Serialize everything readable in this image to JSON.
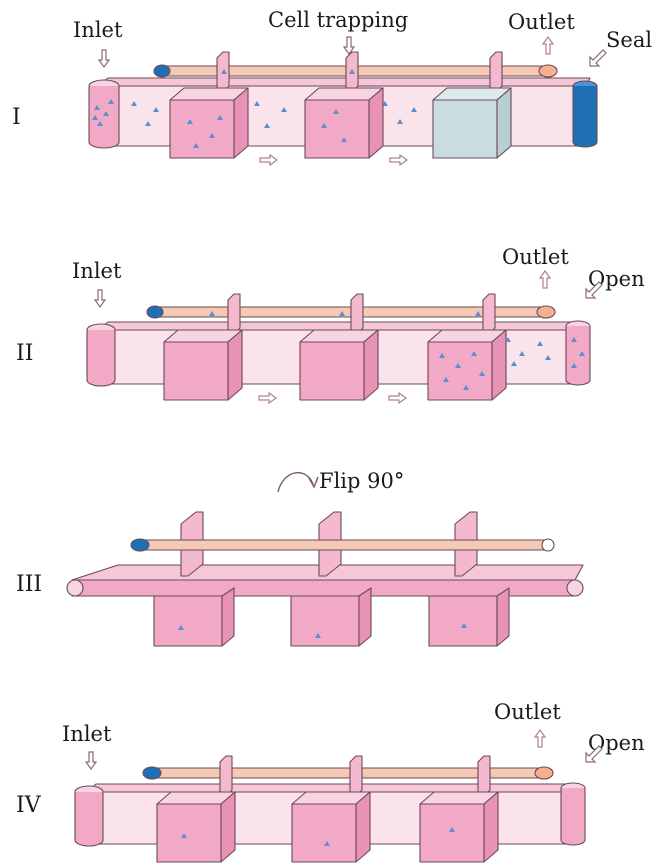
{
  "labels": {
    "cell_trapping": "Cell trapping",
    "inlet": "Inlet",
    "outlet": "Outlet",
    "seal": "Seal",
    "open": "Open",
    "flip": "Flip 90°"
  },
  "stages": [
    "I",
    "II",
    "III",
    "IV"
  ],
  "colors": {
    "channel": "#f6c7d9",
    "channel_light": "#fbe3ec",
    "chamber_front": "#f1a9c6",
    "chamber_top": "#f8d3e2",
    "chamber_side": "#e892b5",
    "filled_chamber": "#c9dde0",
    "seal_cap": "#1f6fb5",
    "rod": "#f6c9b4",
    "rod_cap": "#f4b08f",
    "cell": "#5a8fd0",
    "arrow": "#c79aa6"
  }
}
